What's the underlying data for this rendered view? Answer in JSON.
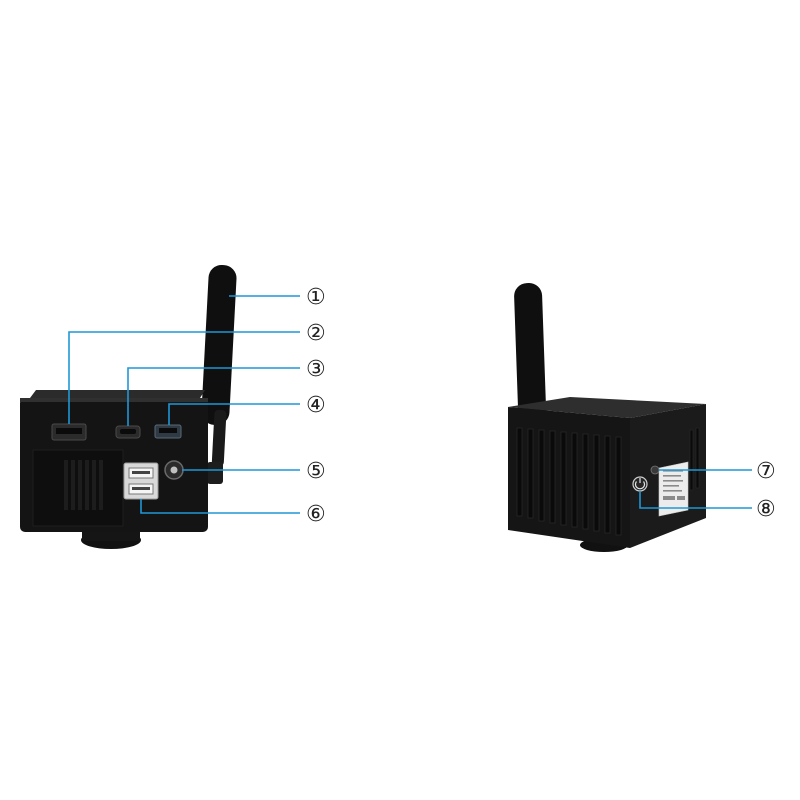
{
  "colors": {
    "background": "#ffffff",
    "device_body": "#141414",
    "device_top": "#2a2a2a",
    "callout_line": "#1f97d6",
    "label_text": "#222222"
  },
  "callouts": [
    {
      "id": "c1",
      "label": "①"
    },
    {
      "id": "c2",
      "label": "②"
    },
    {
      "id": "c3",
      "label": "③"
    },
    {
      "id": "c4",
      "label": "④"
    },
    {
      "id": "c5",
      "label": "⑤"
    },
    {
      "id": "c6",
      "label": "⑥"
    },
    {
      "id": "c7",
      "label": "⑦"
    },
    {
      "id": "c8",
      "label": "⑧"
    }
  ]
}
